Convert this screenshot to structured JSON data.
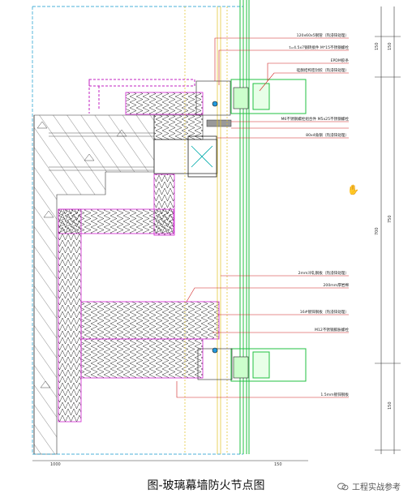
{
  "labels": {
    "tube": "120x60x5钢管（热浸锌处理）",
    "steel_piece": "t=4.5x7钢转接件 M*15不锈钢螺栓",
    "epdm": "EPDM胶条",
    "sealant": "硅酮结构密封胶（热浸锌处理）",
    "ss_bolts": "M6不锈钢螺栓组合件 M5x25不锈钢螺栓",
    "angle": "80x4角钢（热浸锌处理）",
    "sheet": "2mm冷轧钢板（热浸锌处理）",
    "rockwool": "200mm厚岩棉",
    "fireproof_board": "16#镀锌钢板（热浸锌处理）",
    "m12": "M12不锈钢膨胀螺栓",
    "foil": "1.5mm镀锌钢板"
  },
  "dims": {
    "top": "150",
    "top2": "150",
    "mid": "750",
    "mid_total": "700",
    "bottom": "150",
    "bottom_left": "1000",
    "bottom_right": "150"
  },
  "caption": "图-玻璃幕墙防火节点图",
  "watermark": "工程实战参考"
}
